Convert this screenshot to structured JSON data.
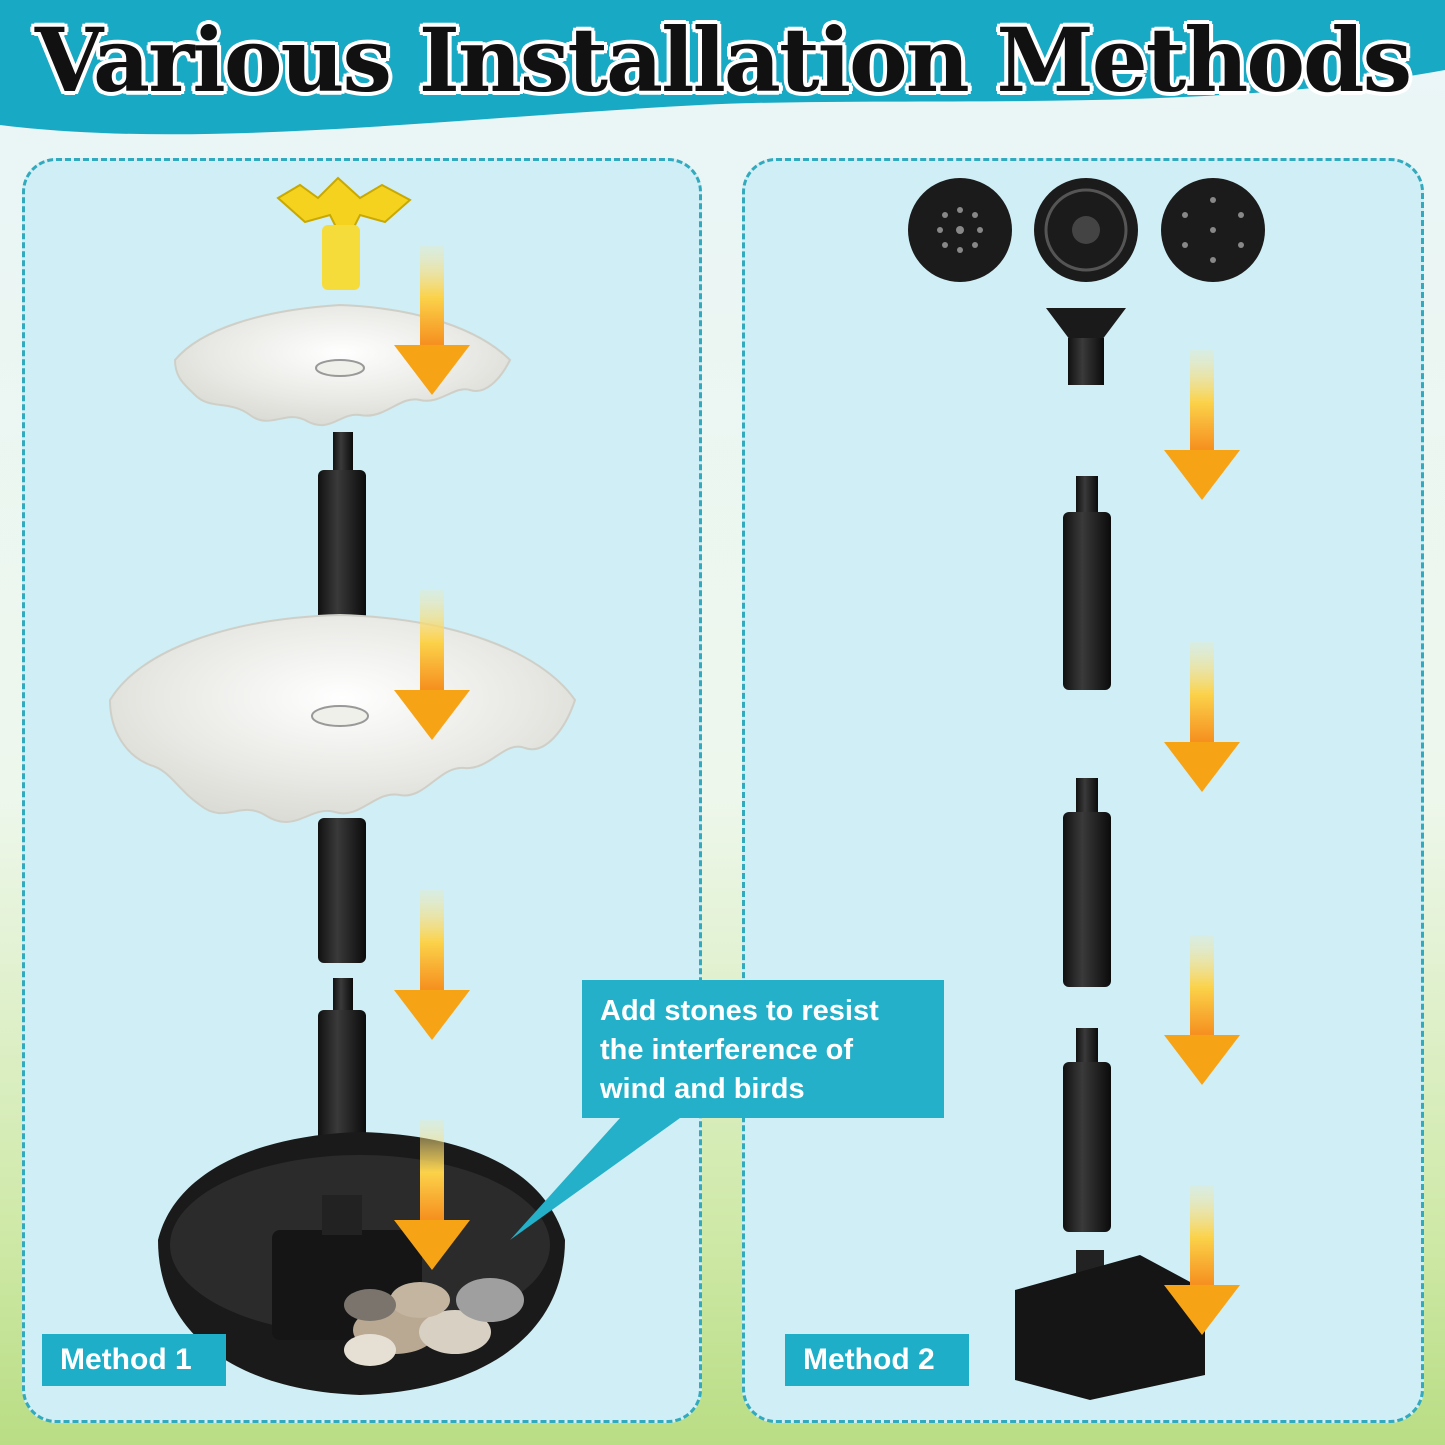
{
  "title": "Various Installation Methods",
  "callout": {
    "line1": "Add stones to resist",
    "line2": "the interference of",
    "line3": "wind and birds"
  },
  "methods": [
    {
      "label": "Method 1"
    },
    {
      "label": "Method 2"
    }
  ],
  "colors": {
    "header": "#18a9c4",
    "accent": "#1eaec8",
    "arrow": "#f6a415",
    "panel": "#cfeef5"
  }
}
